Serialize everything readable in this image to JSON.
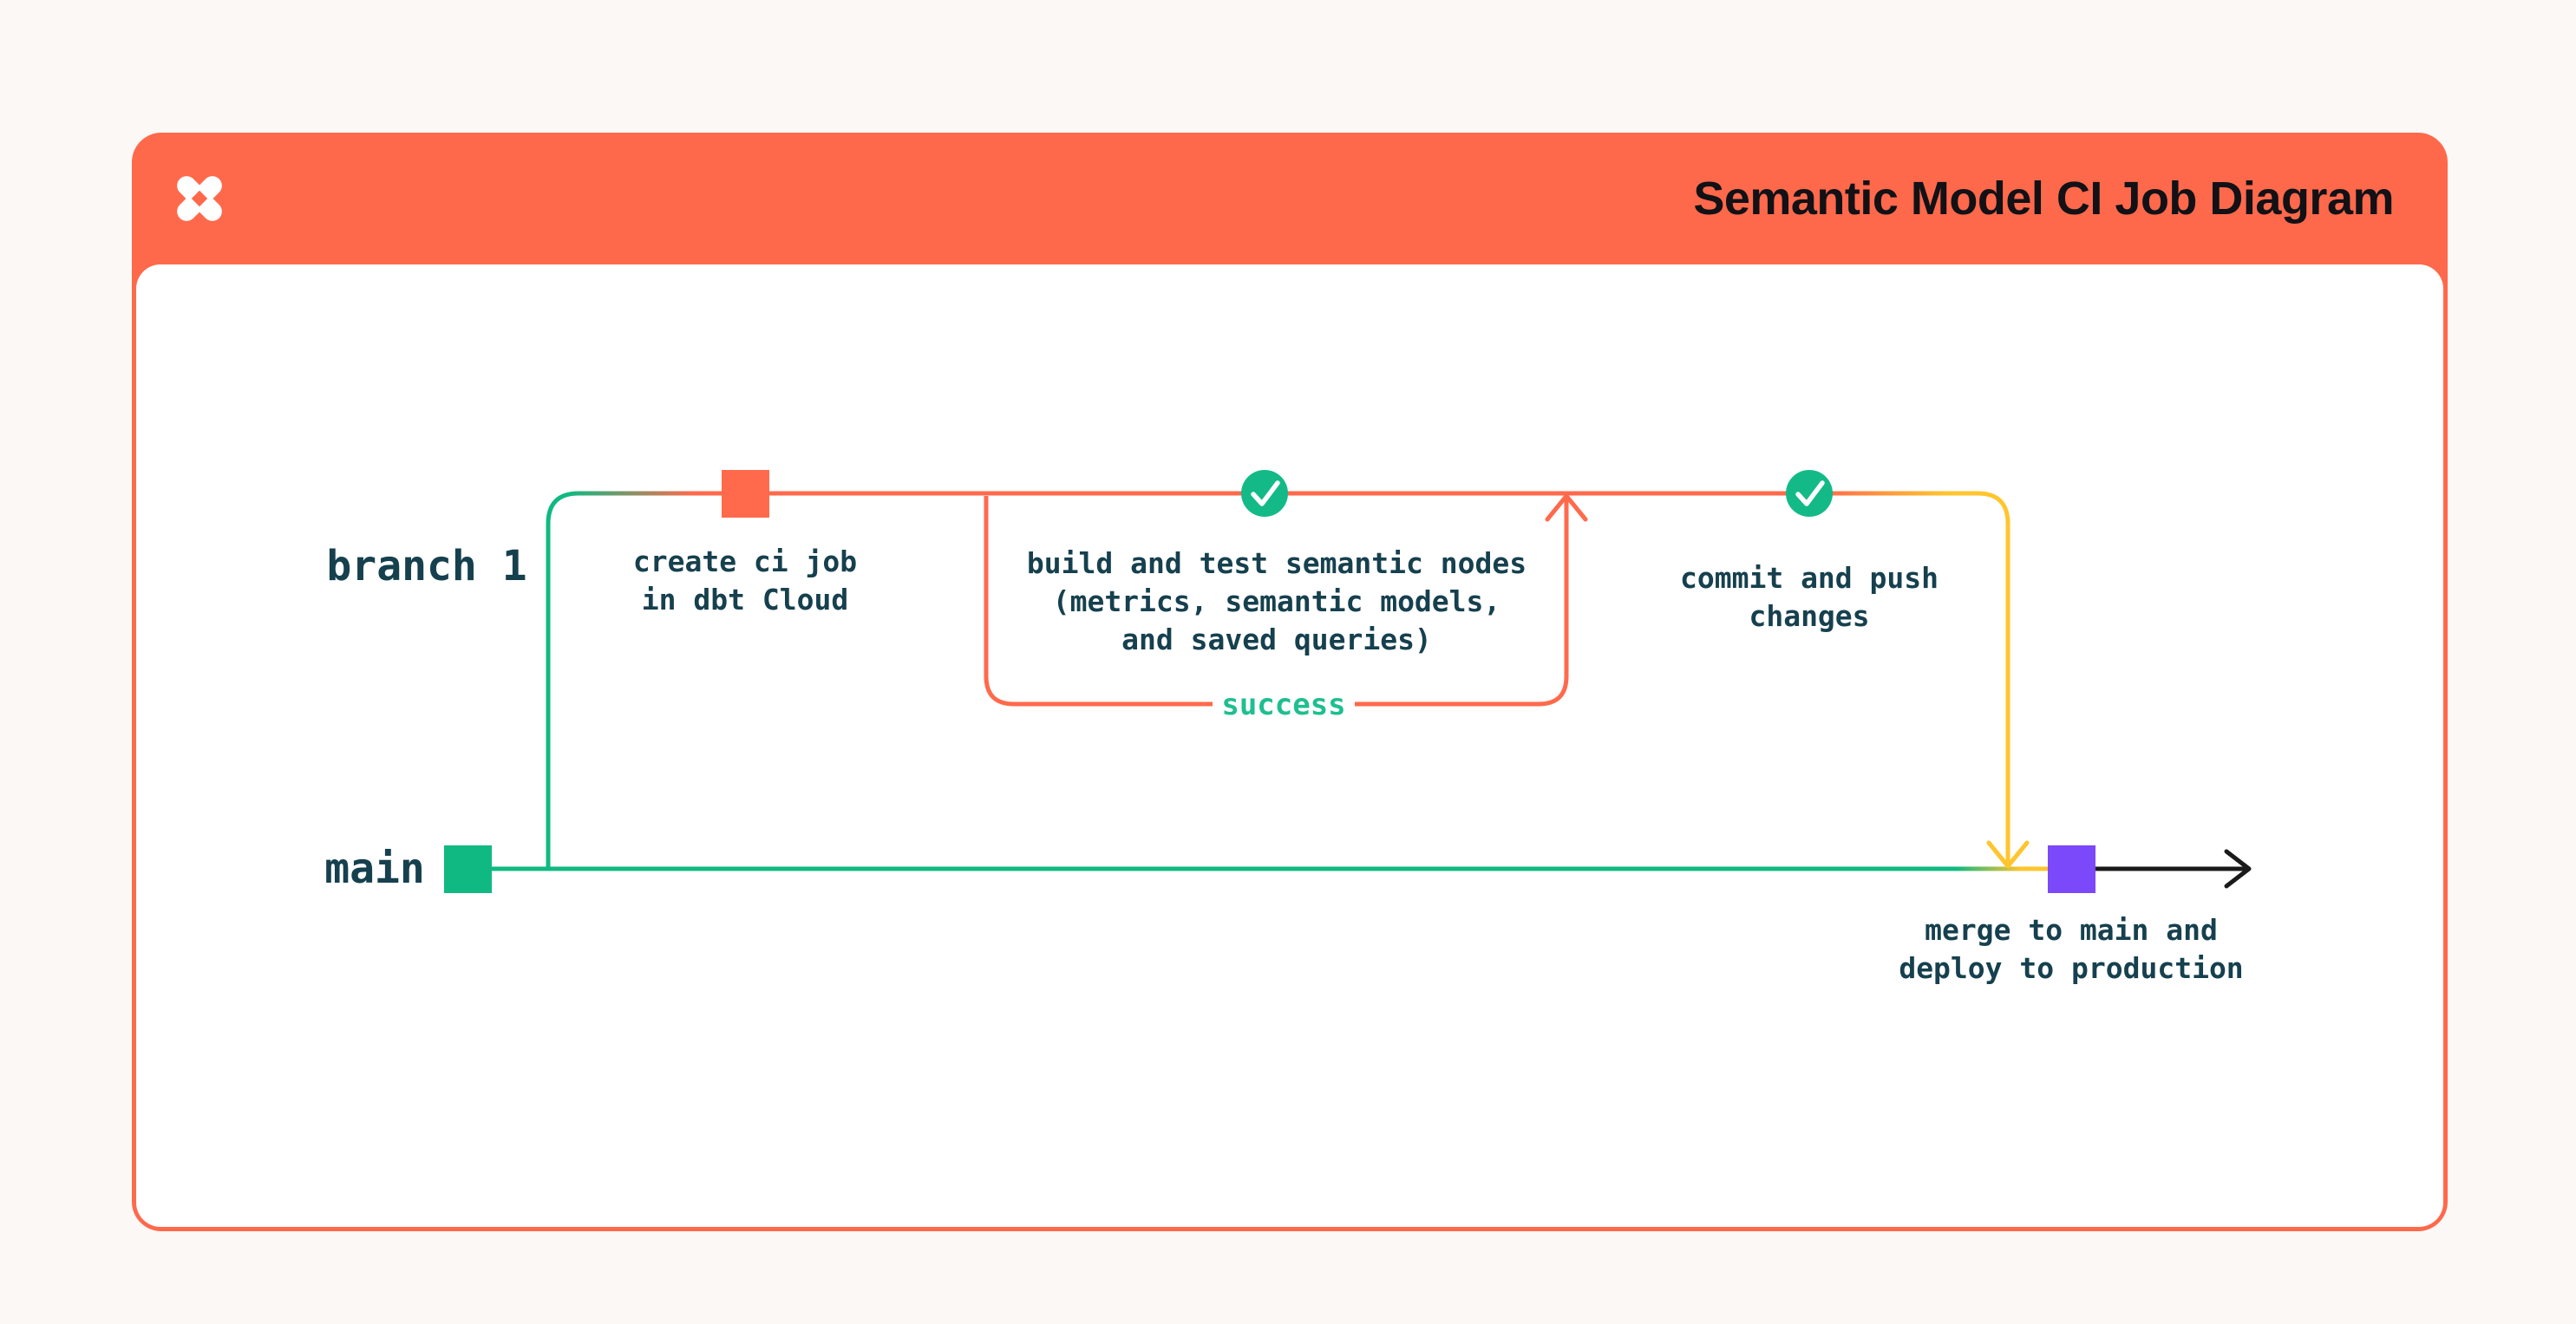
{
  "header": {
    "title": "Semantic Model CI Job Diagram",
    "logo": "dbt-logo"
  },
  "diagram": {
    "branch_label": "branch 1",
    "main_label": "main",
    "steps": {
      "create_ci_job": "create ci job\nin dbt Cloud",
      "build_and_test": "build and test semantic nodes\n(metrics, semantic models,\nand saved queries)",
      "commit_push": "commit and push\nchanges",
      "merge_deploy": "merge to main and\ndeploy to production"
    },
    "loop_label": "success",
    "node_icons": {
      "create_ci_job": "orange-commit-square",
      "build_and_test": "check-circle",
      "commit_push": "check-circle",
      "merge_deploy": "purple-merge-square"
    }
  },
  "colors": {
    "card_orange": "#FF694B",
    "line_orange": "#FF6A4C",
    "line_green": "#10B981",
    "line_yellow": "#FFC52E",
    "node_purple": "#7B48FA",
    "dark_text": "#16404E",
    "success_green": "#1FBE90",
    "arrow_black": "#1A1A1A",
    "title_black": "#121116",
    "page_bg": "#FBF8F5"
  }
}
